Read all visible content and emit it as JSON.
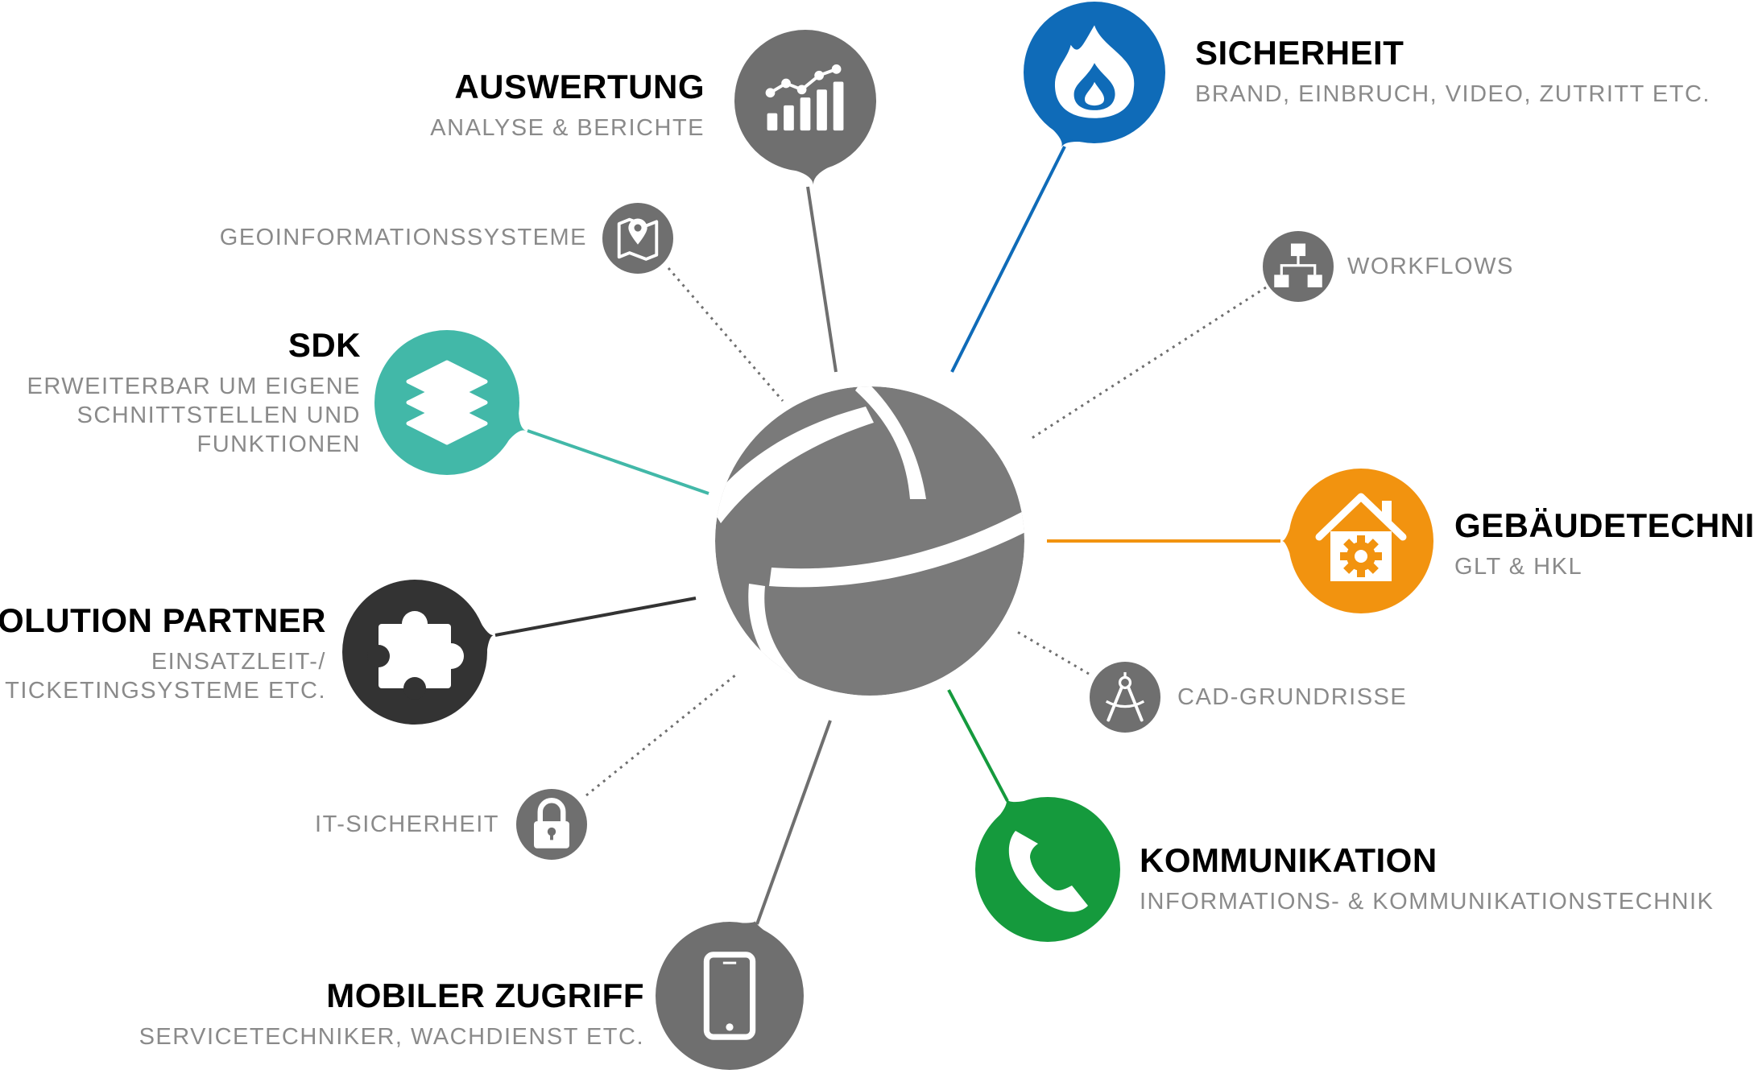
{
  "hub": {
    "name": "center-logo",
    "color": "#7a7a7a"
  },
  "major_nodes": [
    {
      "id": "auswertung",
      "title": "AUSWERTUNG",
      "subtitle": "ANALYSE & BERICHTE",
      "color": "#6f6f6f",
      "title_color": "#666666",
      "icon": "chart-icon",
      "line": "solid"
    },
    {
      "id": "sicherheit",
      "title": "SICHERHEIT",
      "subtitle": "BRAND, EINBRUCH, VIDEO, ZUTRITT ETC.",
      "color": "#0f6bb8",
      "title_color": "#0f6bb8",
      "icon": "flame-icon",
      "line": "solid"
    },
    {
      "id": "sdk",
      "title": "SDK",
      "subtitle": "ERWEITERBAR UM EIGENE\nSCHNITTSTELLEN UND\nFUNKTIONEN",
      "color": "#42b8a8",
      "title_color": "#42b8a8",
      "icon": "layers-icon",
      "line": "solid"
    },
    {
      "id": "gebaeudetechnik",
      "title": "GEBÄUDETECHNIK",
      "subtitle": "GLT & HKL",
      "color": "#f2930f",
      "title_color": "#f2930f",
      "icon": "house-gear-icon",
      "line": "solid"
    },
    {
      "id": "solution-partner",
      "title": "SOLUTION PARTNER",
      "subtitle": "EINSATZLEIT-/\nTICKETINGSYSTEME ETC.",
      "color": "#333333",
      "title_color": "#333333",
      "icon": "puzzle-icon",
      "line": "solid"
    },
    {
      "id": "kommunikation",
      "title": "KOMMUNIKATION",
      "subtitle": "INFORMATIONS- & KOMMUNIKATIONSTECHNIK",
      "color": "#159a3d",
      "title_color": "#159a3d",
      "icon": "phone-icon",
      "line": "solid"
    },
    {
      "id": "mobiler-zugriff",
      "title": "MOBILER ZUGRIFF",
      "subtitle": "SERVICETECHNIKER, WACHDIENST ETC.",
      "color": "#6f6f6f",
      "title_color": "#666666",
      "icon": "smartphone-icon",
      "line": "solid"
    }
  ],
  "minor_nodes": [
    {
      "id": "geoinformationssysteme",
      "label": "GEOINFORMATIONSSYSTEME",
      "color": "#6f6f6f",
      "icon": "map-pin-icon",
      "line": "dotted"
    },
    {
      "id": "workflows",
      "label": "WORKFLOWS",
      "color": "#6f6f6f",
      "icon": "workflow-icon",
      "line": "dotted"
    },
    {
      "id": "cad-grundrisse",
      "label": "CAD-GRUNDRISSE",
      "color": "#6f6f6f",
      "icon": "compass-icon",
      "line": "dotted"
    },
    {
      "id": "it-sicherheit",
      "label": "IT-SICHERHEIT",
      "color": "#6f6f6f",
      "icon": "lock-icon",
      "line": "dotted"
    }
  ]
}
